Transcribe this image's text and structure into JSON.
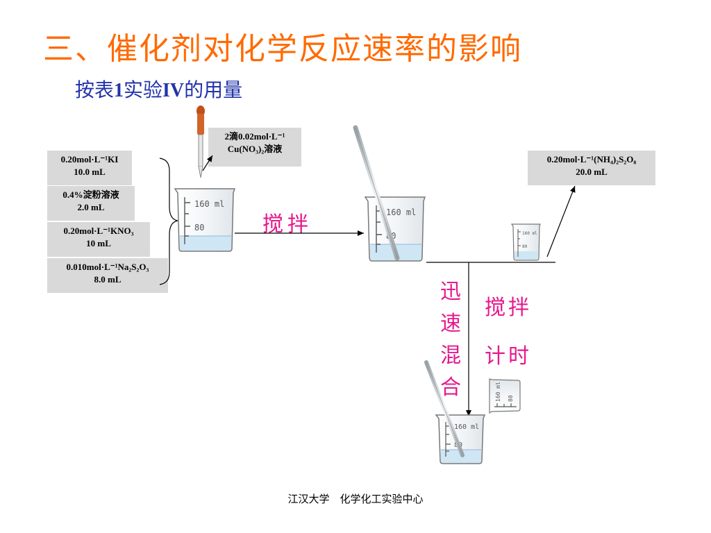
{
  "title": "三、催化剂对化学反应速率的影响",
  "subtitle_prefix": "按表",
  "subtitle_num": "1",
  "subtitle_mid": "实验",
  "subtitle_roman": "IV",
  "subtitle_suffix": "的用量",
  "reagents": [
    {
      "line1": "0.20mol·L⁻¹KI",
      "line2": "10.0 mL"
    },
    {
      "line1": "0.4%淀粉溶液",
      "line2": "2.0  mL"
    },
    {
      "line1": "0.20mol·L⁻¹KNO₃",
      "line2": "10  mL"
    },
    {
      "line1": "0.010mol·L⁻¹Na₂S₂O₃",
      "line2": "8.0  mL"
    }
  ],
  "catalyst": {
    "line1": "2滴0.02mol·L⁻¹",
    "line2": "Cu(NO₃)₂溶液"
  },
  "oxidant": {
    "line1": "0.20mol·L⁻¹(NH₄)₂S₂O₈",
    "line2": "20.0  mL"
  },
  "labels": {
    "stir": "搅拌",
    "stir2": "搅拌",
    "timing": "计时",
    "rapid_mix": [
      "迅",
      "速",
      "混",
      "合"
    ]
  },
  "beaker_marks": {
    "high": "160 ml",
    "low": "80"
  },
  "small_beaker_marks": {
    "high": "160 ml",
    "low": "80"
  },
  "footer": "江汉大学　化学化工实验中心",
  "colors": {
    "title": "#ff6a00",
    "subtitle": "#2233aa",
    "accent": "#e6198c",
    "box": "#d9d9d9"
  }
}
